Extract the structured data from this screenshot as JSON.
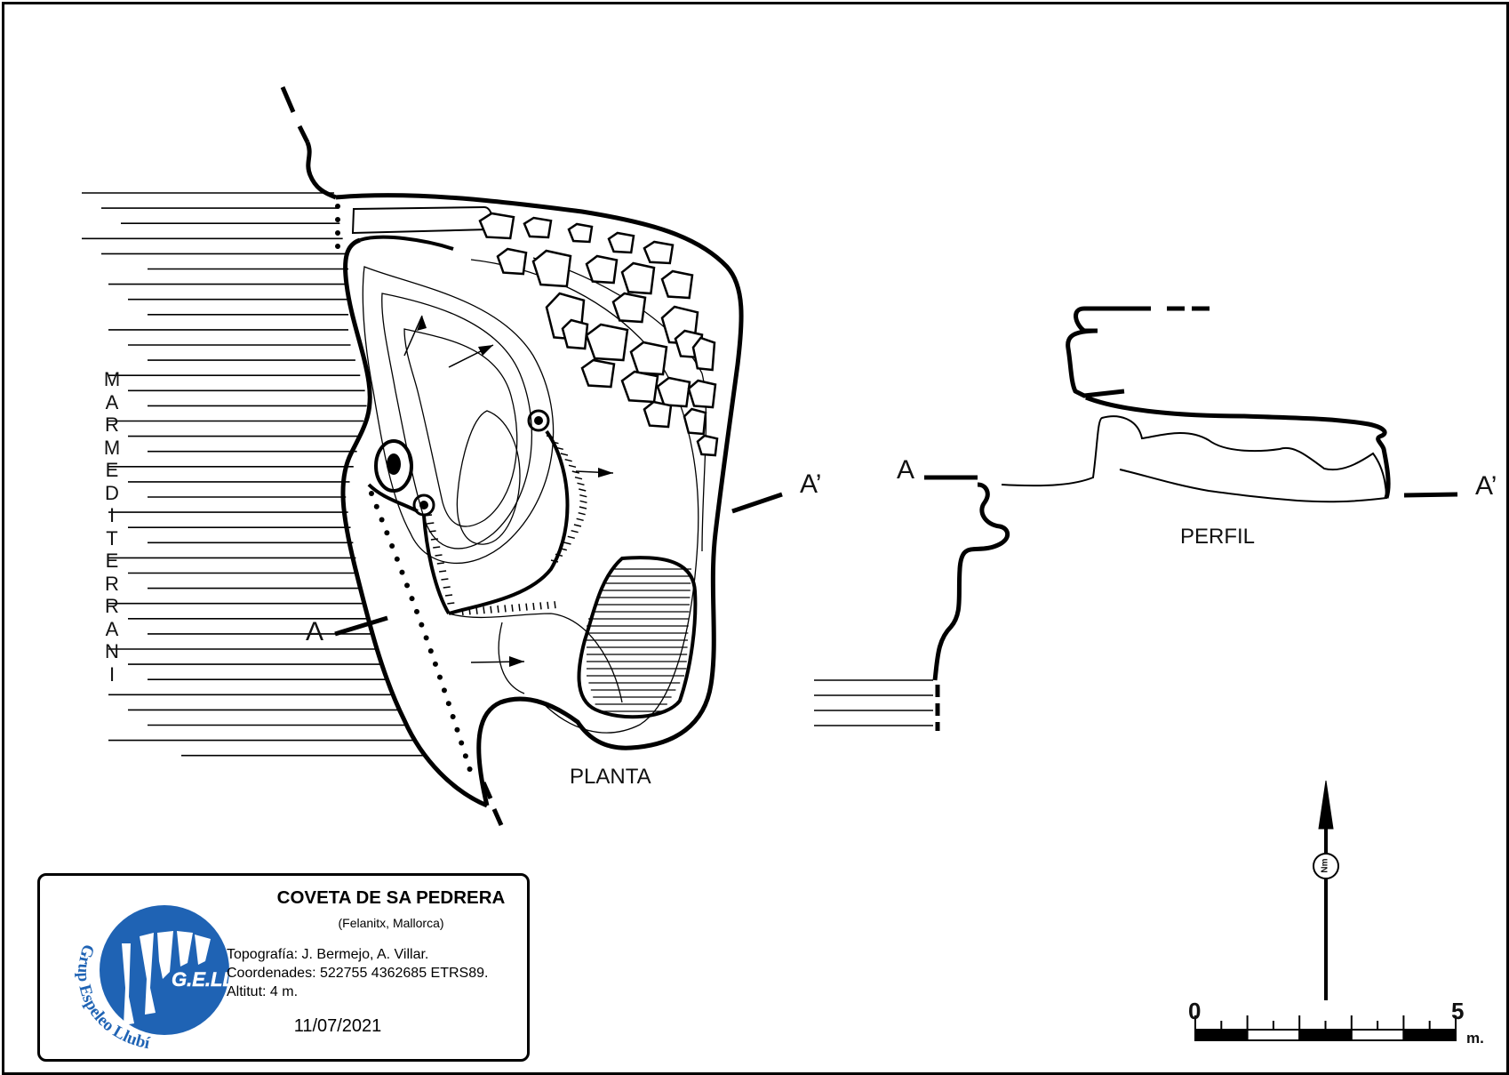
{
  "survey": {
    "title": "COVETA DE SA PEDRERA",
    "location": "(Felanitx, Mallorca)",
    "topography": "Topografía: J. Bermejo, A. Villar.",
    "coordinates": "Coordenades: 522755 4362685 ETRS89.",
    "altitude": "Altitut: 4 m.",
    "date": "11/07/2021"
  },
  "logo": {
    "acronym": "G.E.LL.",
    "group_name": "Grup Espeleo Llubí",
    "color": "#1f63b4"
  },
  "labels": {
    "plan_view": "PLANTA",
    "profile_view": "PERFIL",
    "section_start": "A",
    "section_end": "A’",
    "sea_letters": [
      "M",
      "A",
      "R",
      "M",
      "E",
      "D",
      "I",
      "T",
      "E",
      "R",
      "R",
      "A",
      "N",
      "I"
    ]
  },
  "north_arrow": {
    "label": "Nm"
  },
  "scale_bar": {
    "start": "0",
    "end": "5",
    "unit": "m.",
    "segments": 5
  }
}
